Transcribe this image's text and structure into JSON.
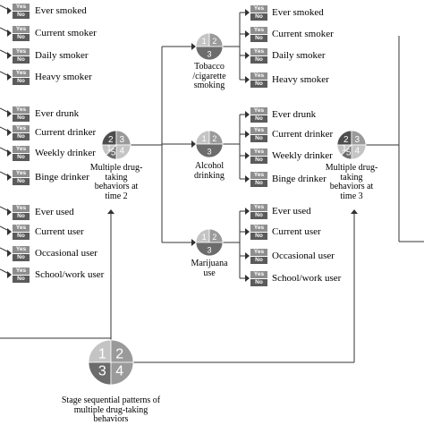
{
  "colors": {
    "line": "#333333",
    "yes_box": "#8e8e8e",
    "no_box": "#5b5b5b",
    "pie_light": "#c4c4c4",
    "pie_mid": "#9a9a9a",
    "pie_dark": "#6c6c6c",
    "pie_darker": "#4e4e4e"
  },
  "yes_label": "Yes",
  "no_label": "No",
  "left_items": [
    "Ever smoked",
    "Current smoker",
    "Daily smoker",
    "Heavy smoker",
    "Ever drunk",
    "Current drinker",
    "Weekly drinker",
    "Binge drinker",
    "Ever used",
    "Current user",
    "Occasional user",
    "School/work user"
  ],
  "right_items": [
    "Ever smoked",
    "Current smoker",
    "Daily smoker",
    "Heavy smoker",
    "Ever drunk",
    "Current drinker",
    "Weekly drinker",
    "Binge drinker",
    "Ever used",
    "Current user",
    "Occasional user",
    "School/work user"
  ],
  "time2_lines": [
    "Multiple drug-",
    "taking",
    "behaviors at",
    "time 2"
  ],
  "time3_lines": [
    "Multiple drug-",
    "taking",
    "behaviors at",
    "time 3"
  ],
  "tobacco_lines": [
    "Tobacco",
    "/cigarette",
    "smoking"
  ],
  "alcohol_lines": [
    "Alcohol",
    "drinking"
  ],
  "marijuana_lines": [
    "Marijuana",
    "use"
  ],
  "stage_lines": [
    "Stage sequential patterns of",
    "multiple drug-taking",
    "behaviors"
  ],
  "pie_tobacco": [
    "1",
    "2",
    "3"
  ],
  "pie_alcohol": [
    "1",
    "2",
    "3"
  ],
  "pie_marijuana": [
    "1",
    "2",
    "3"
  ],
  "pie_time2": [
    "2",
    "3",
    "4",
    "5",
    "1"
  ],
  "pie_time3": [
    "2",
    "3",
    "4",
    "5",
    "1"
  ],
  "pie_stage": [
    "1",
    "2",
    "3",
    "4"
  ]
}
